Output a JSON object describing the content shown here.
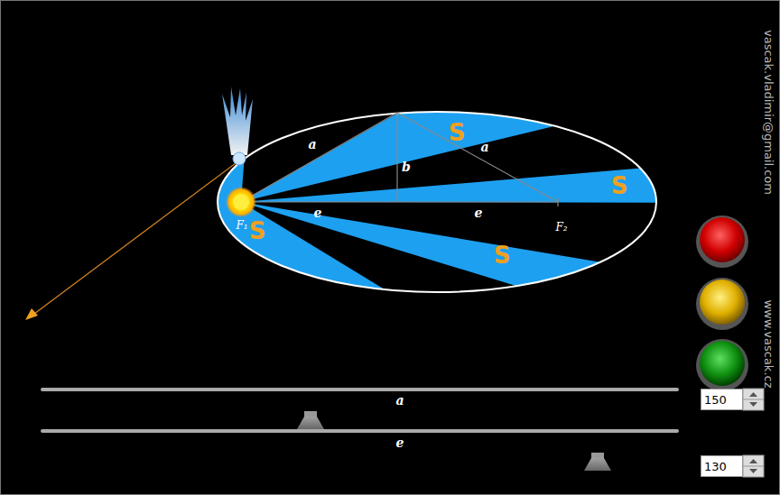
{
  "diagram": {
    "nodes": [
      {
        "text": [
          "150"
        ]
      },
      {
        "text": [
          "130"
        ]
      }
    ],
    "labels": [
      "a",
      "a",
      "b",
      "e",
      "e",
      "F₁",
      "F₂",
      "S",
      "S",
      "S",
      "S",
      "a",
      "e",
      "vascak.vladimir@gmail.com",
      "www.vascak.cz"
    ]
  }
}
